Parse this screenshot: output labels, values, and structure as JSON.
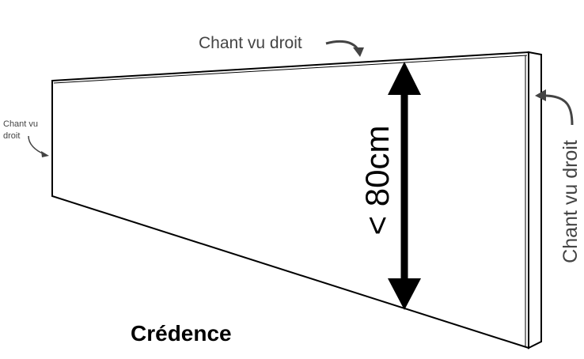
{
  "labels": {
    "top_edge": "Chant vu droit",
    "left_edge_line1": "Chant vu",
    "left_edge_line2": "droit",
    "right_edge": "Chant vu droit",
    "height": "< 80cm",
    "title": "Crédence"
  },
  "colors": {
    "outline": "#000000",
    "label": "#444444"
  }
}
